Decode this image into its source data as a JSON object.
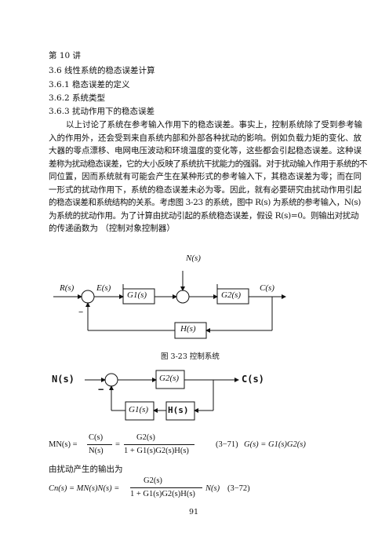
{
  "heading": {
    "lecture": "第 10 讲",
    "s36": "3.6 线性系统的稳态误差计算",
    "s361": "3.6.1 稳态误差的定义",
    "s362": "3.6.2 系统类型",
    "s363": "3.6.3 扰动作用下的稳态误差"
  },
  "paragraph": [
    "以上讨论了系统在参考输入作用下的稳态误差。事实上，控制系统除了受到参考输",
    "入的作用外，还会受到来自系统内部和外部各种扰动的影响。例如负载力矩的变化、放",
    "大器的零点漂移、电网电压波动和环境温度的变化等，这些都会引起稳态误差。这种误",
    "差称为扰动稳态误差，它的大小反映了系统抗干扰能力的强弱。对于扰动输入作用于系统的不",
    "同位置，因而系统就有可能会产生在某种形式的参考输入下，其稳态误差为零；而在同",
    "一形式的扰动作用下，系统的稳态误差未必为零。因此，就有必要研究由扰动作用引起",
    "的稳态误差和系统结构的关系。考虑图 3-23 的系统，图中 R(s) 为系统的参考输入，N(s)",
    "为系统的扰动作用。为了计算由扰动引起的系统稳态误差，假设 R(s)=0。则输出对扰动",
    "的传递函数为      （控制对象控制器）"
  ],
  "fig1": {
    "N": "N(s)",
    "R": "R(s)",
    "E": "E(s)",
    "C": "C(s)",
    "G1": "G1(s)",
    "G2": "G2(s)",
    "H": "H(s)",
    "minus": "−",
    "caption": "图 3-23  控制系统"
  },
  "fig2": {
    "N": "N(s)",
    "C": "C(s)",
    "G2": "G2(s)",
    "H": "H(s)",
    "G1": "G1(s)",
    "minus": "−"
  },
  "equations": {
    "mn_lhs": "MN(s) =",
    "mn_frac1_num": "C(s)",
    "mn_frac1_den": "N(s)",
    "mn_eq": "=",
    "mn_frac2_num": "G2(s)",
    "mn_frac2_den": "1 + G1(s)G2(s)H(s)",
    "mn_tag": "(3−71)",
    "g_def": "G(s) = G1(s)G2(s)",
    "output_text": "由扰动产生的输出为",
    "cn_lhs": "Cn(s) = MN(s)N(s) =",
    "cn_num": "G2(s)",
    "cn_den": "1 + G1(s)G2(s)H(s)",
    "cn_tail": "N(s)",
    "cn_tag": "(3−72)"
  },
  "page_number": "91"
}
